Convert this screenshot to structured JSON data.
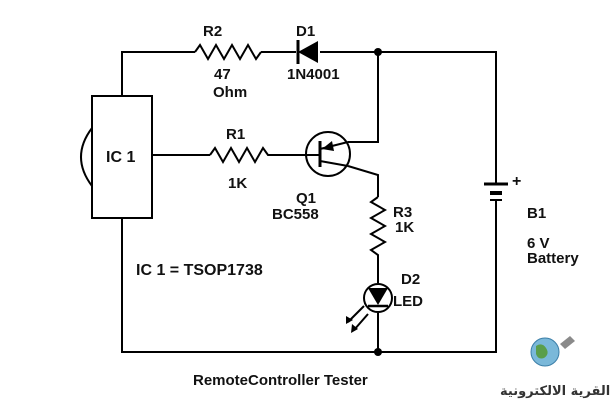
{
  "title": "RemoteController  Tester",
  "ic1": {
    "ref": "IC 1",
    "note": "IC 1 = TSOP1738"
  },
  "r2": {
    "ref": "R2",
    "value": "47",
    "unit": "Ohm"
  },
  "d1": {
    "ref": "D1",
    "part": "1N4001"
  },
  "r1": {
    "ref": "R1",
    "value": "1K"
  },
  "q1": {
    "ref": "Q1",
    "part": "BC558"
  },
  "r3": {
    "ref": "R3",
    "value": "1K"
  },
  "d2": {
    "ref": "D2",
    "part": "LED"
  },
  "b1": {
    "ref": "B1",
    "voltage": "6 V",
    "type": "Battery",
    "polarity": "+"
  },
  "watermark": {
    "text": "القرية الالكترونية",
    "icon": "globe-icon"
  }
}
